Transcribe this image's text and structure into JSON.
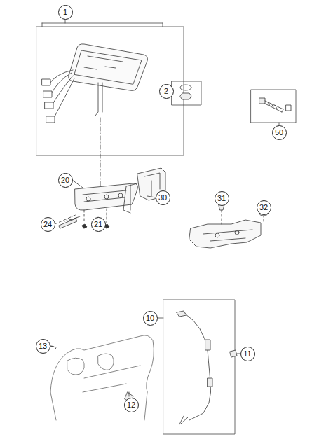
{
  "diagram": {
    "nodes": [
      {
        "text": [
          "1"
        ]
      },
      {
        "text": [
          "2"
        ]
      },
      {
        "text": [
          "50"
        ]
      },
      {
        "text": [
          "20"
        ]
      },
      {
        "text": [
          "30"
        ]
      },
      {
        "text": [
          "24"
        ]
      },
      {
        "text": [
          "21"
        ]
      },
      {
        "text": [
          "31"
        ]
      },
      {
        "text": [
          "32"
        ]
      },
      {
        "text": [
          "10"
        ]
      },
      {
        "text": [
          "11"
        ]
      },
      {
        "text": [
          "13"
        ]
      },
      {
        "text": [
          "12"
        ]
      }
    ]
  }
}
